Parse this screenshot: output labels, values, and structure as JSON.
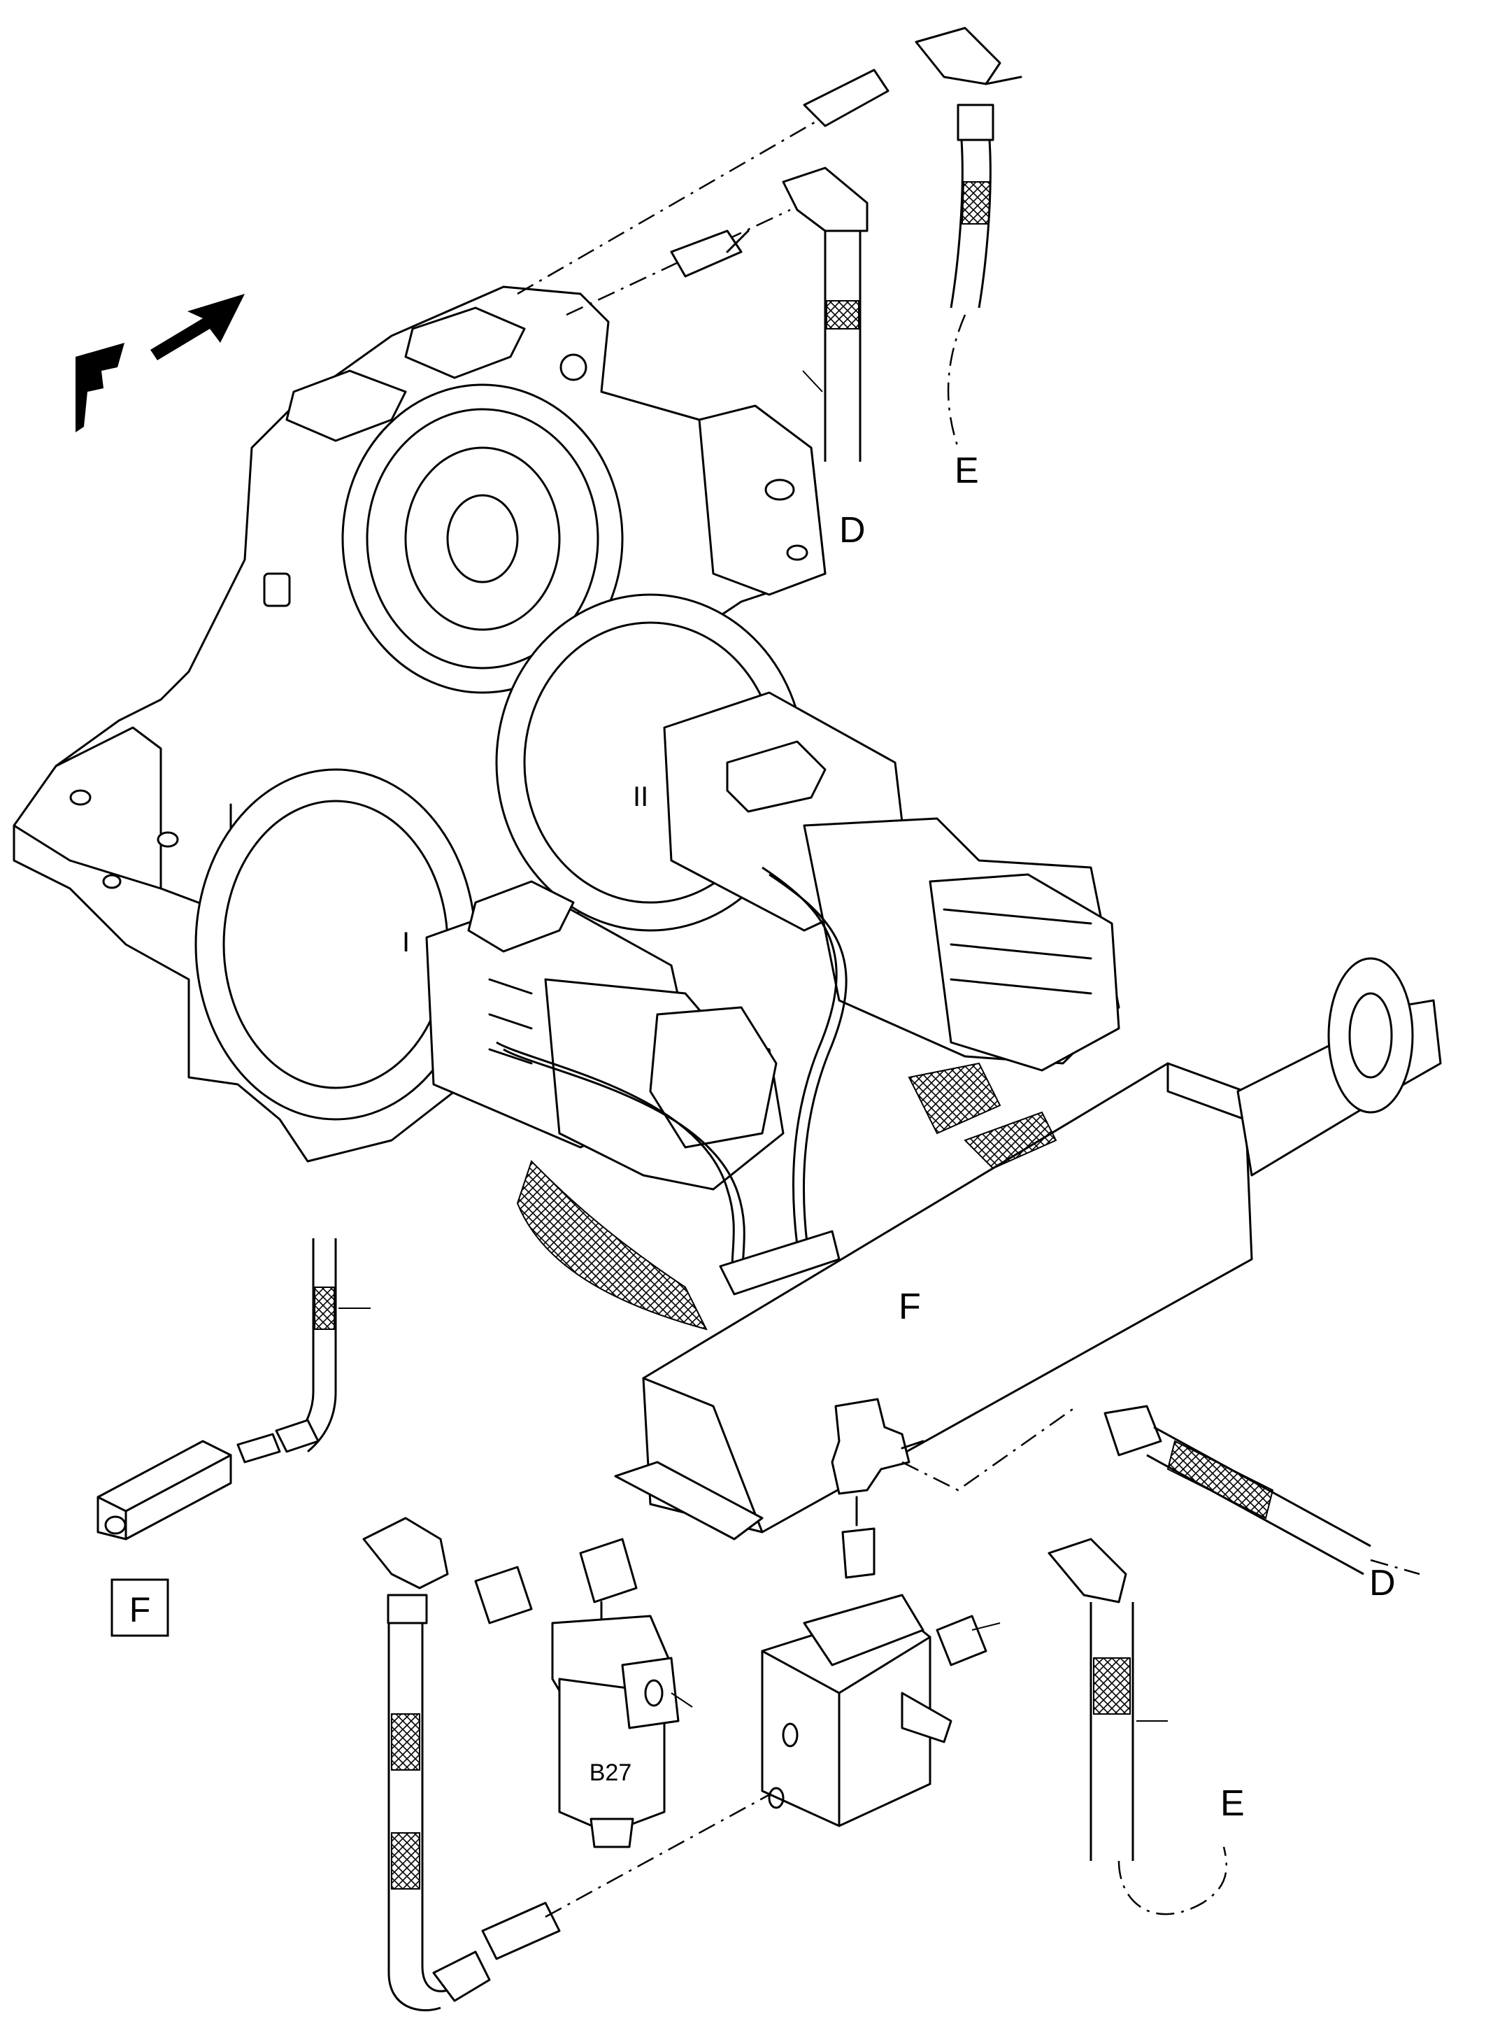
{
  "diagram": {
    "direction_letter": "F",
    "roman_labels": [
      "I",
      "II"
    ],
    "hose_labels": {
      "d_top": "D",
      "e_top": "E",
      "d_bottom": "D",
      "e_bottom": "E"
    },
    "detail_callout": "F",
    "detail_box_label": "F",
    "filter_label": "B27"
  }
}
